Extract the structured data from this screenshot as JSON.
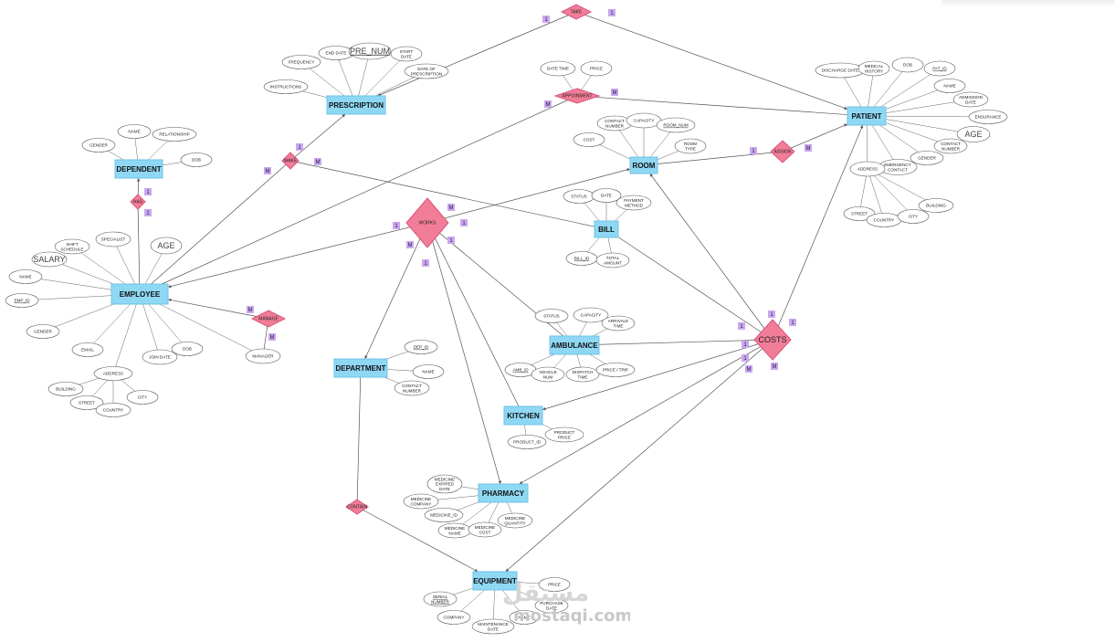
{
  "entities": [
    {
      "id": "employee",
      "label": "EMPLOYEE"
    },
    {
      "id": "dependent",
      "label": "DEPENDENT"
    },
    {
      "id": "prescription",
      "label": "PRESCRIPTION"
    },
    {
      "id": "patient",
      "label": "PATIENT"
    },
    {
      "id": "room",
      "label": "ROOM"
    },
    {
      "id": "bill",
      "label": "BILL"
    },
    {
      "id": "department",
      "label": "DEPARTMENT"
    },
    {
      "id": "ambulance",
      "label": "AMBULANCE"
    },
    {
      "id": "kitchen",
      "label": "KITCHEN"
    },
    {
      "id": "pharmacy",
      "label": "PHARMACY"
    },
    {
      "id": "equipment",
      "label": "EQUIPMENT"
    }
  ],
  "relationships": [
    {
      "id": "take",
      "label": "TAKE"
    },
    {
      "id": "appointment",
      "label": "APPOINMENT"
    },
    {
      "id": "make",
      "label": "MAKE"
    },
    {
      "id": "has",
      "label": "HAS"
    },
    {
      "id": "works",
      "label": "WORKS"
    },
    {
      "id": "assign",
      "label": "ASSIGN"
    },
    {
      "id": "manage",
      "label": "MANAGE"
    },
    {
      "id": "costs",
      "label": "COSTS"
    },
    {
      "id": "contain",
      "label": "CONTAIN"
    }
  ],
  "attributes": [
    {
      "id": "emp-salary",
      "label": [
        "SALARY"
      ],
      "big": true
    },
    {
      "id": "emp-shift",
      "label": [
        "SHIFT",
        "SCHEDULE"
      ]
    },
    {
      "id": "emp-specialist",
      "label": [
        "SPECIALIST"
      ]
    },
    {
      "id": "emp-age",
      "label": [
        "AGE"
      ],
      "big": true
    },
    {
      "id": "emp-name",
      "label": [
        "NAME"
      ]
    },
    {
      "id": "emp-id",
      "label": [
        "EMP_ID"
      ],
      "key": true
    },
    {
      "id": "emp-gender",
      "label": [
        "GENDER"
      ]
    },
    {
      "id": "emp-email",
      "label": [
        "EMAIL"
      ]
    },
    {
      "id": "emp-address",
      "label": [
        "ADDRESS"
      ]
    },
    {
      "id": "emp-joindate",
      "label": [
        "JOIN DATE"
      ]
    },
    {
      "id": "emp-dob",
      "label": [
        "DOB"
      ]
    },
    {
      "id": "emp-manager",
      "label": [
        "MANAGER"
      ]
    },
    {
      "id": "emp-building",
      "label": [
        "BUILDING"
      ]
    },
    {
      "id": "emp-street",
      "label": [
        "STREET"
      ]
    },
    {
      "id": "emp-country",
      "label": [
        "COUNTRY"
      ]
    },
    {
      "id": "emp-city",
      "label": [
        "CITY"
      ]
    },
    {
      "id": "dep-gender",
      "label": [
        "GENDER"
      ]
    },
    {
      "id": "dep-name",
      "label": [
        "NAME"
      ]
    },
    {
      "id": "dep-relationship",
      "label": [
        "RELATIONSHIP"
      ]
    },
    {
      "id": "dep-dob",
      "label": [
        "DOB"
      ]
    },
    {
      "id": "pre-frequency",
      "label": [
        "FREQUENCY"
      ]
    },
    {
      "id": "pre-enddate",
      "label": [
        "END DATE"
      ]
    },
    {
      "id": "pre-num",
      "label": [
        "PRE_NUM"
      ],
      "key": true,
      "big": true
    },
    {
      "id": "pre-startdate",
      "label": [
        "START",
        "DATE"
      ]
    },
    {
      "id": "pre-dateofpres",
      "label": [
        "DATE OF",
        "PRESCRIPTION"
      ]
    },
    {
      "id": "pre-instructions",
      "label": [
        "INSTRUCTIONS"
      ]
    },
    {
      "id": "app-datetime",
      "label": [
        "DATE TIME"
      ]
    },
    {
      "id": "app-price",
      "label": [
        "PRICE"
      ]
    },
    {
      "id": "room-contact",
      "label": [
        "CONTACT",
        "NUMBER"
      ]
    },
    {
      "id": "room-capacity",
      "label": [
        "CAPACITY"
      ]
    },
    {
      "id": "room-num",
      "label": [
        "ROOM_NUM"
      ],
      "key": true
    },
    {
      "id": "room-cost",
      "label": [
        "COST"
      ]
    },
    {
      "id": "room-type",
      "label": [
        "ROOM",
        "TYPE"
      ]
    },
    {
      "id": "bill-status",
      "label": [
        "STATUS"
      ]
    },
    {
      "id": "bill-date",
      "label": [
        "DATE"
      ]
    },
    {
      "id": "bill-payment",
      "label": [
        "PAYMENT",
        "METHOD"
      ]
    },
    {
      "id": "bill-id",
      "label": [
        "BILL_ID"
      ],
      "key": true
    },
    {
      "id": "bill-total",
      "label": [
        "TOTAL",
        "AMOUNT"
      ]
    },
    {
      "id": "pat-discharge",
      "label": [
        "DISCHARGE DATE"
      ]
    },
    {
      "id": "pat-history",
      "label": [
        "MEDICAL",
        "HISTORY"
      ]
    },
    {
      "id": "pat-dob",
      "label": [
        "DOB"
      ]
    },
    {
      "id": "pat-id",
      "label": [
        "PAT_ID"
      ],
      "key": true
    },
    {
      "id": "pat-name",
      "label": [
        "NAME"
      ]
    },
    {
      "id": "pat-admission",
      "label": [
        "ADMISSION",
        "DATE"
      ]
    },
    {
      "id": "pat-ensurance",
      "label": [
        "ENSURANCE"
      ]
    },
    {
      "id": "pat-age",
      "label": [
        "AGE"
      ],
      "big": true
    },
    {
      "id": "pat-contact",
      "label": [
        "CONTACT",
        "NUMBER"
      ]
    },
    {
      "id": "pat-gender",
      "label": [
        "GENDER"
      ]
    },
    {
      "id": "pat-emergency",
      "label": [
        "EMERGENCY",
        "CONTACT"
      ]
    },
    {
      "id": "pat-address",
      "label": [
        "ADDRESS"
      ]
    },
    {
      "id": "pat-street",
      "label": [
        "STREET"
      ]
    },
    {
      "id": "pat-country",
      "label": [
        "COUNTRY"
      ]
    },
    {
      "id": "pat-city",
      "label": [
        "CITY"
      ]
    },
    {
      "id": "pat-building",
      "label": [
        "BUILDING"
      ]
    },
    {
      "id": "dept-id",
      "label": [
        "DEP_ID"
      ],
      "key": true
    },
    {
      "id": "dept-name",
      "label": [
        "NAME"
      ]
    },
    {
      "id": "dept-contact",
      "label": [
        "CONTACT",
        "NUMBER"
      ]
    },
    {
      "id": "amb-status",
      "label": [
        "STATUS"
      ]
    },
    {
      "id": "amb-capacity",
      "label": [
        "CAPACITY"
      ]
    },
    {
      "id": "amb-arrival",
      "label": [
        "ARRIVALE",
        "TIME"
      ]
    },
    {
      "id": "amb-id",
      "label": [
        "AMB_ID"
      ],
      "key": true
    },
    {
      "id": "amb-vehicle",
      "label": [
        "VEHICLE",
        "NUM"
      ]
    },
    {
      "id": "amb-dispatch",
      "label": [
        "DISPATCH",
        "TIME"
      ]
    },
    {
      "id": "amb-price",
      "label": [
        "PRICE / TRIP"
      ]
    },
    {
      "id": "kit-product-id",
      "label": [
        "PRODUCT_ID"
      ]
    },
    {
      "id": "kit-product-price",
      "label": [
        "PRODUCT",
        "PRICE"
      ]
    },
    {
      "id": "ph-expired",
      "label": [
        "MEDICINE",
        "EXPIRED",
        "DATE"
      ]
    },
    {
      "id": "ph-company",
      "label": [
        "MEDICINE",
        "COMPANY"
      ]
    },
    {
      "id": "ph-medid",
      "label": [
        "MEDICINE_ID"
      ]
    },
    {
      "id": "ph-medname",
      "label": [
        "MEDICINE",
        "NAME"
      ]
    },
    {
      "id": "ph-cost",
      "label": [
        "MEDICINE",
        "COST"
      ]
    },
    {
      "id": "ph-quantity",
      "label": [
        "MEDICINE",
        "QUANTITY"
      ]
    },
    {
      "id": "eq-serial",
      "label": [
        "SERIAL",
        "NUMBER"
      ],
      "key": true
    },
    {
      "id": "eq-price",
      "label": [
        "PRICE"
      ]
    },
    {
      "id": "eq-purchase",
      "label": [
        "PURCHASE",
        "DATE"
      ]
    },
    {
      "id": "eq-company",
      "label": [
        "COMPANY"
      ]
    },
    {
      "id": "eq-maintenance",
      "label": [
        "MAINTENANCE",
        "DATE"
      ]
    },
    {
      "id": "eq-name",
      "label": [
        "NAME"
      ]
    }
  ],
  "cardinality_labels": [
    "1",
    "1",
    "M",
    "M",
    "1",
    "M",
    "M",
    "1",
    "M",
    "1",
    "1",
    "M",
    "M",
    "1",
    "M",
    "1",
    "M",
    "1",
    "1",
    "1",
    "1",
    "1",
    "1",
    "1",
    "M",
    "M"
  ],
  "watermark": {
    "text": "mostaqi.com",
    "logo": "مستقل"
  }
}
